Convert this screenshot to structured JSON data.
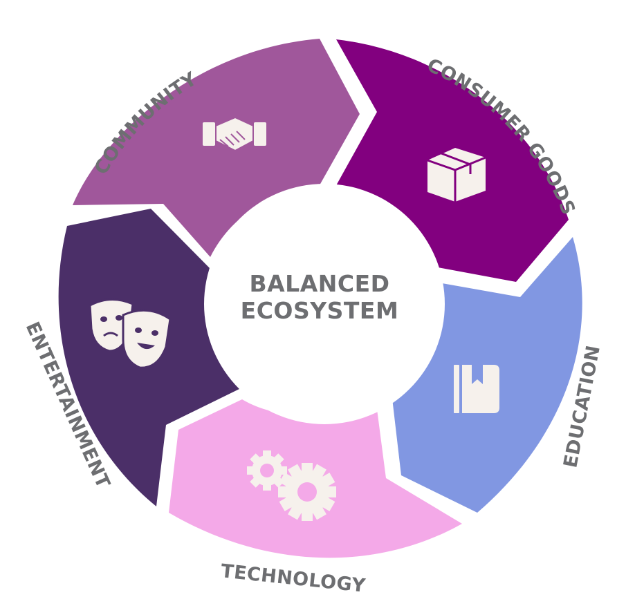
{
  "center": {
    "line1": "BALANCED",
    "line2": "ECOSYSTEM"
  },
  "segments": [
    {
      "label": "COMMUNITY",
      "icon": "handshake-icon",
      "color": "#a0579b"
    },
    {
      "label": "CONSUMER GOODS",
      "icon": "box-icon",
      "color": "#82007f"
    },
    {
      "label": "EDUCATION",
      "icon": "book-icon",
      "color": "#8197e2"
    },
    {
      "label": "TECHNOLOGY",
      "icon": "gears-icon",
      "color": "#f4a9e8"
    },
    {
      "label": "ENTERTAINMENT",
      "icon": "theater-masks-icon",
      "color": "#4b2f68"
    }
  ],
  "colors": {
    "label_text": "#6d6e71",
    "icon_fill": "#f6f1ec",
    "background": "#ffffff"
  }
}
